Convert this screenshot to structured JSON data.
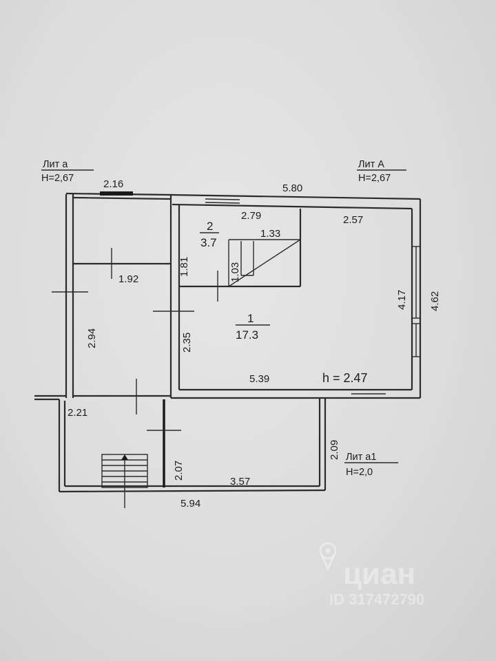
{
  "labels": {
    "lit_a_small": "Лит а",
    "lit_a_small_h": "H=2,67",
    "lit_A": "Лит А",
    "lit_A_h": "H=2,67",
    "lit_a1": "Лит а1",
    "lit_a1_h": "H=2,0"
  },
  "dimensions": {
    "top_left_width": "2.16",
    "top_main_width": "5.80",
    "room2_top": "2.79",
    "room2_inner": "1.33",
    "room2_height": "1.81",
    "room2_inner_height": "1.03",
    "main_top_right": "2.57",
    "main_inner_height": "4.17",
    "main_outer_height": "4.62",
    "left_room_width": "1.92",
    "left_room_height": "2.94",
    "main_left_height": "2.35",
    "main_bottom_width": "5.39",
    "ceiling_height": "h = 2.47",
    "porch_width": "2.21",
    "porch_height": "2.07",
    "annex_width": "3.57",
    "annex_height": "2.09",
    "bottom_total_width": "5.94"
  },
  "rooms": {
    "room1_number": "1",
    "room1_area": "17.3",
    "room2_number": "2",
    "room2_area": "3.7"
  },
  "watermark": {
    "brand": "циан",
    "id_text": "ID 317472790"
  }
}
